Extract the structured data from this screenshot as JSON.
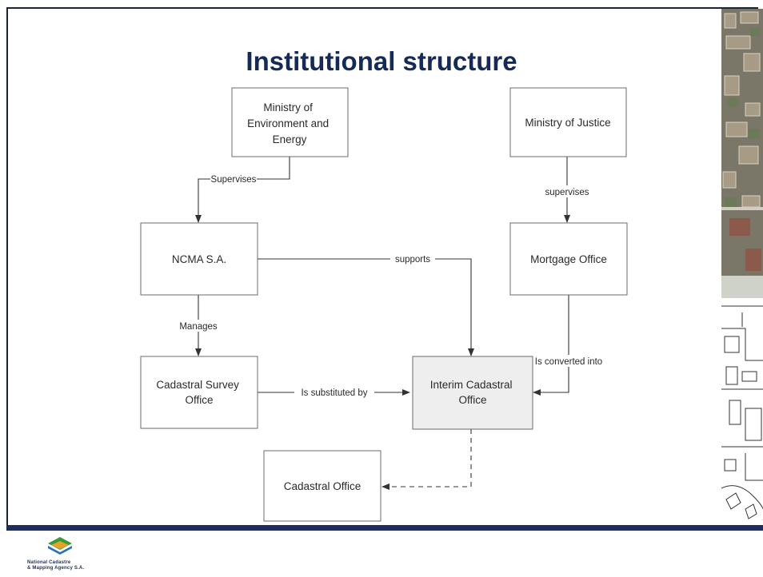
{
  "title": "Institutional structure",
  "nodes": {
    "ministry_env": [
      "Ministry of",
      "Environment and",
      "Energy"
    ],
    "ministry_justice": [
      "Ministry of Justice"
    ],
    "ncma": [
      "NCMA S.A."
    ],
    "mortgage_office": [
      "Mortgage Office"
    ],
    "cadastral_survey_office": [
      "Cadastral Survey",
      "Office"
    ],
    "interim_cadastral_office": [
      "Interim Cadastral",
      "Office"
    ],
    "cadastral_office": [
      "Cadastral Office"
    ]
  },
  "edges": {
    "supervises_ncma": "Supervises",
    "supervises_mortgage": "supervises",
    "supports": "supports",
    "manages": "Manages",
    "substituted": "Is substituted by",
    "converted": "Is converted into"
  },
  "logo": {
    "line1": "National Cadastre",
    "line2": "& Mapping Agency S.A."
  },
  "colors": {
    "title": "#152a57",
    "bar": "#1d2d5c",
    "box_border": "#6b6b6b",
    "box_fill": "#ffffff",
    "box_fill_grey": "#eeeeee"
  }
}
